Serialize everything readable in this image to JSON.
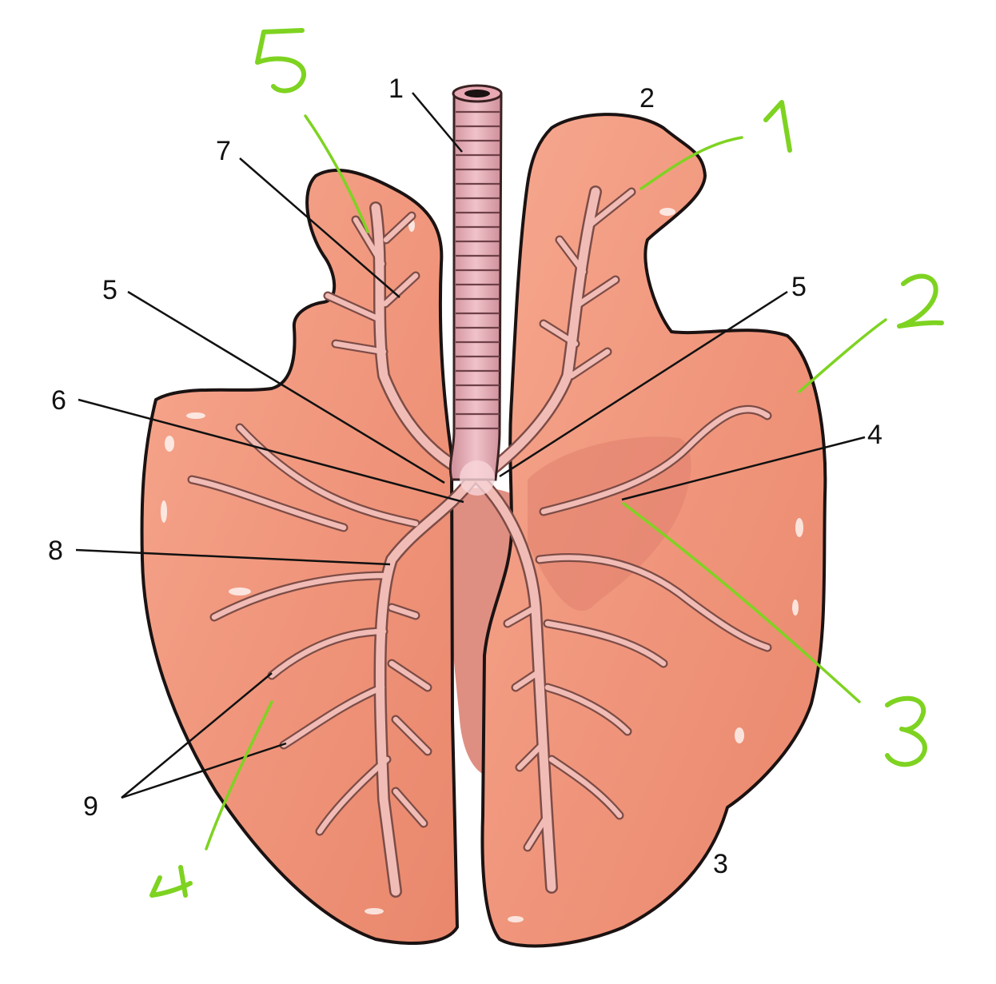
{
  "labels": [
    "1",
    "2",
    "3",
    "4",
    "5",
    "5",
    "6",
    "7",
    "8",
    "9"
  ],
  "handwritten": [
    "1",
    "2",
    "3",
    "4",
    "5"
  ],
  "colors": {
    "lung": "#f0967c",
    "lung_edge": "#1b1212",
    "airway": "#f1bcb6",
    "trachea": "#e8a8b4",
    "heart": "#dc8374",
    "annotation": "#7ed321"
  }
}
